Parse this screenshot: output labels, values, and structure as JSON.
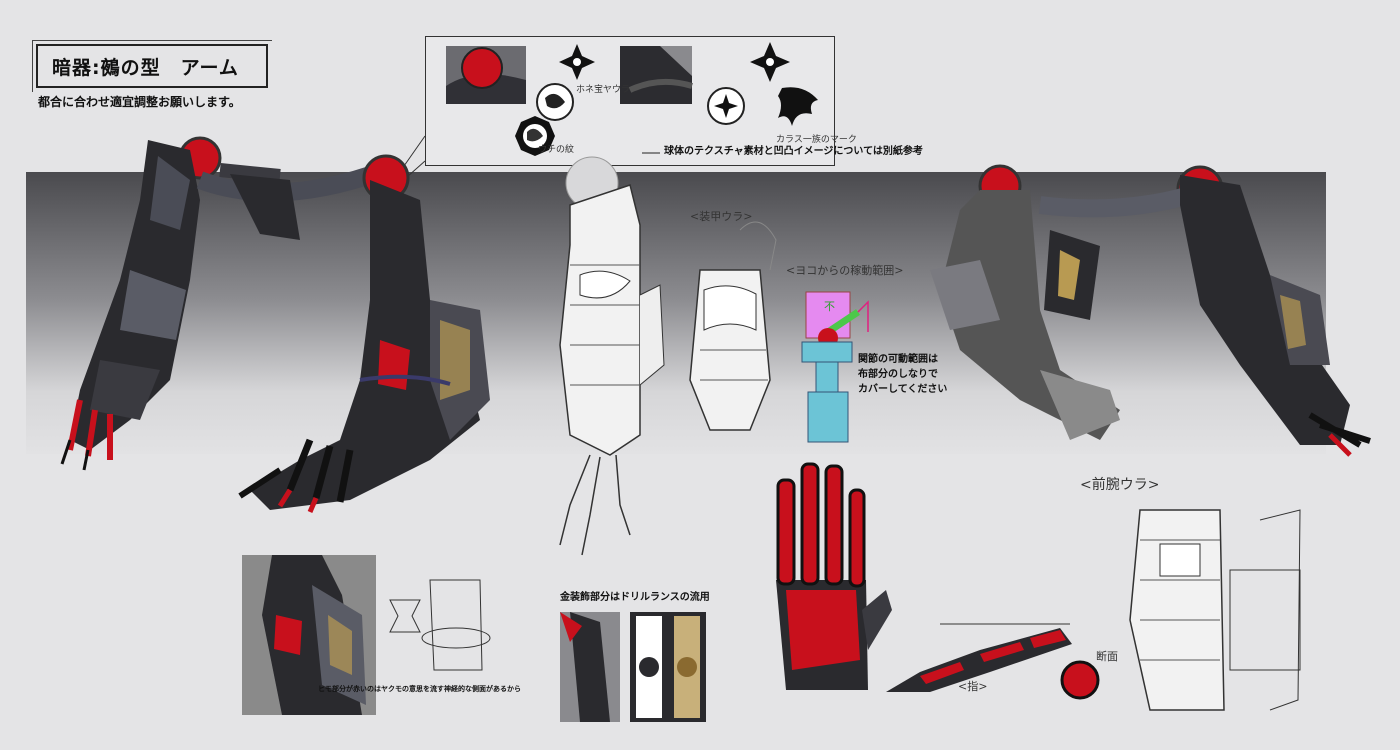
{
  "title": "暗器:鵺の型　アーム",
  "subtitle": "都合に合わせ適宜調整お願いします。",
  "notes": {
    "texture": "球体のテクスチャ素材と凹凸イメージについては別紙参考",
    "joint_line1": "関節の可動範囲は",
    "joint_line2": "布部分のしなりで",
    "joint_line3": "カバーしてください",
    "gold_ornament": "金装飾部分はドリルランスの流用",
    "cord": "ヒモ部分が赤いのはヤクモの意思を流す神経的な側面があるから"
  },
  "handwritten": {
    "armor_back": "<装甲ウラ>",
    "side_range": "<ヨコからの稼動範囲>",
    "forearm_back": "<前腕ウラ>",
    "finger": "<指>",
    "section": "断面",
    "flip_mark": "不",
    "emblem_note1": "ホネ宝ヤウラ",
    "emblem_note2": "カラス一族のマーク",
    "emblem_note3": "ウチの紋"
  },
  "colors": {
    "accent_red": "#c8101c",
    "armor_dark": "#2a2a2e",
    "metal_gray": "#5a5c66",
    "joint_pink": "#e58af0",
    "joint_cyan": "#6cc4d6",
    "joint_green": "#4cc84a",
    "gold": "#b89a52"
  }
}
